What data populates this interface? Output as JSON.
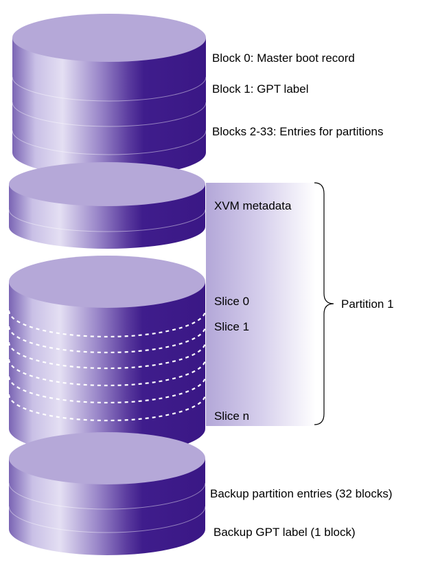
{
  "labels": {
    "mbr": "Block 0: Master boot record",
    "gpt": "Block 1: GPT label",
    "entries": "Blocks 2-33: Entries for partitions",
    "xvm": "XVM metadata",
    "slice0": "Slice 0",
    "slice1": "Slice 1",
    "slicen": "Slice n",
    "partition": "Partition 1",
    "backup_entries": "Backup partition entries (32 blocks)",
    "backup_gpt": "Backup GPT label (1 block)"
  },
  "colors": {
    "top_face": "#b5a8d8",
    "body_light": "#dcd6ee",
    "body_mid": "#8d78c0",
    "body_dark": "#3c1a8a",
    "slice_panel_top": "#b3a7d8",
    "slice_panel_bottom": "#ffffff"
  }
}
